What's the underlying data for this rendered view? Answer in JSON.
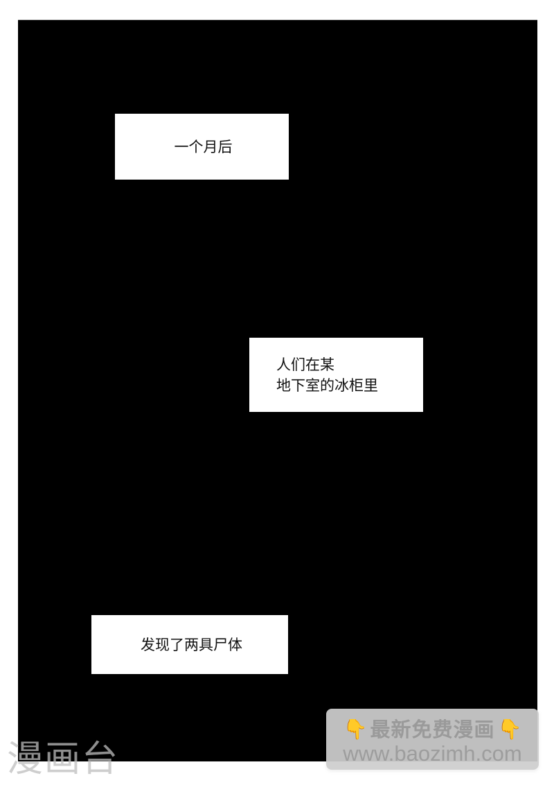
{
  "page": {
    "background_color": "#ffffff",
    "panel_color": "#000000"
  },
  "captions": [
    {
      "lines": [
        "一个月后"
      ]
    },
    {
      "lines": [
        "人们在某",
        "地下室的冰柜里"
      ]
    },
    {
      "lines": [
        "发现了两具尸体"
      ]
    }
  ],
  "watermark": {
    "left_text": "漫画台"
  },
  "promo_banner": {
    "title": "最新免费漫画",
    "url": "www.baozimh.com",
    "left_icon": "pointing-down-hand-icon",
    "right_icon": "pointing-down-hand-icon",
    "icon_glyph": "👇",
    "icon_color": "#d99a10"
  }
}
